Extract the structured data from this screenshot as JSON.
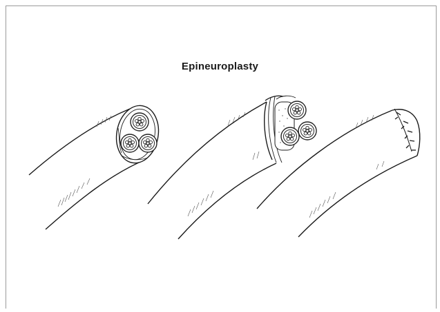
{
  "figure": {
    "title": "Epineuroplasty",
    "panels": [
      {
        "name": "nerve-cut-end",
        "fascicles": 3
      },
      {
        "name": "nerve-epineurium-retracted",
        "fascicles": 3
      },
      {
        "name": "nerve-epineurium-sutured",
        "sutures": 6
      }
    ],
    "colors": {
      "ink": "#1a1a1a",
      "frame": "#9a9a9a",
      "background": "#ffffff"
    }
  }
}
